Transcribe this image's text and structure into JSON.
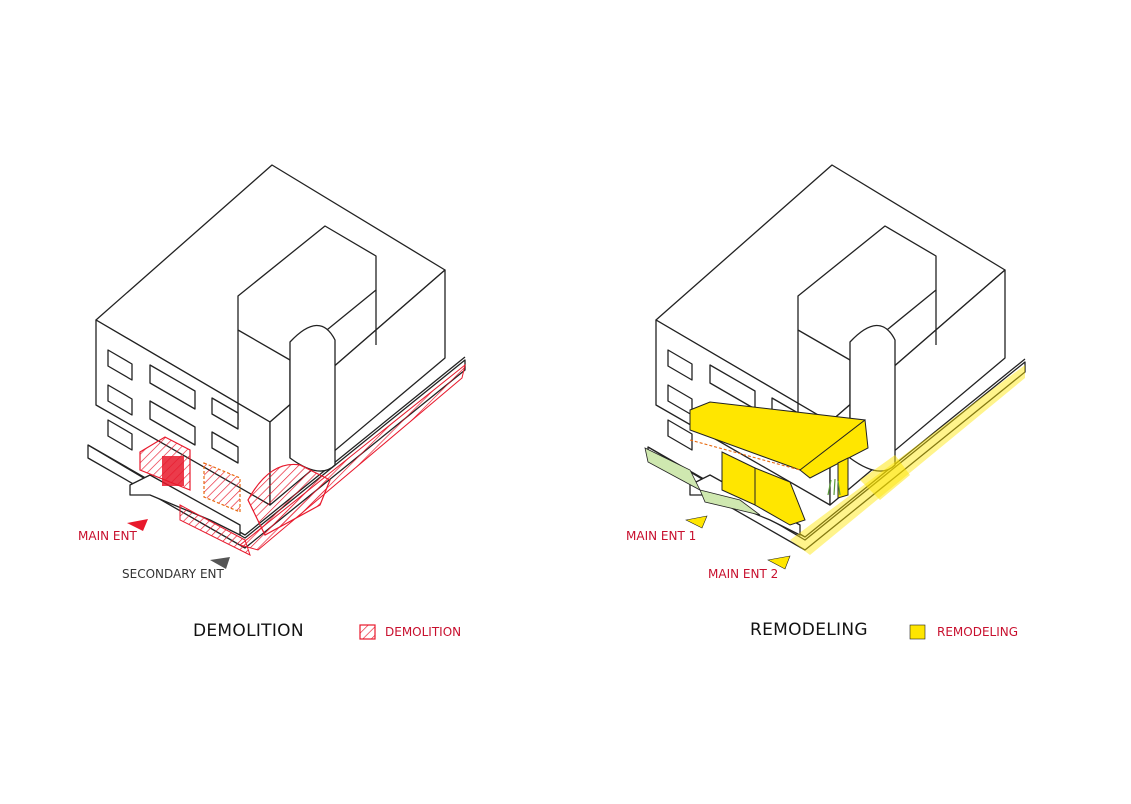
{
  "colors": {
    "demolition": "#e8192c",
    "remodeling": "#ffe600",
    "label_red": "#c8102e",
    "secondary_arrow": "#555555",
    "landscape": "#cfe8b0",
    "line": "#222222"
  },
  "demolition": {
    "title": "DEMOLITION",
    "legend_label": "DEMOLITION",
    "main_ent": "MAIN ENT",
    "secondary_ent": "SECONDARY ENT"
  },
  "remodeling": {
    "title": "REMODELING",
    "legend_label": "REMODELING",
    "main_ent_1": "MAIN ENT 1",
    "main_ent_2": "MAIN ENT 2"
  }
}
